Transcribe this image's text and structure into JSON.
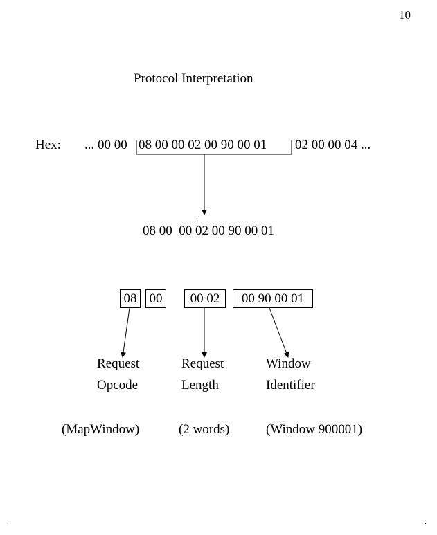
{
  "page_number": "10",
  "title": "Protocol Interpretation",
  "hex_label": "Hex:",
  "hex_stream": {
    "prefix": "... 00 00",
    "selected": "08 00 00 02 00 90 00 01",
    "suffix": "02 00 00 04 ..."
  },
  "extracted": "08 00  00 02 00 90 00 01",
  "fields": [
    {
      "bytes": "08"
    },
    {
      "bytes": "00"
    },
    {
      "bytes": "00 02"
    },
    {
      "bytes": "00 90 00 01"
    }
  ],
  "labels": [
    {
      "line1": "Request",
      "line2": "Opcode",
      "note": "(MapWindow)"
    },
    {
      "line1": "Request",
      "line2": "Length",
      "note": "(2 words)"
    },
    {
      "line1": "Window",
      "line2": "Identifier",
      "note": "(Window 900001)"
    }
  ],
  "colors": {
    "ink": "#000000",
    "background": "#ffffff"
  }
}
